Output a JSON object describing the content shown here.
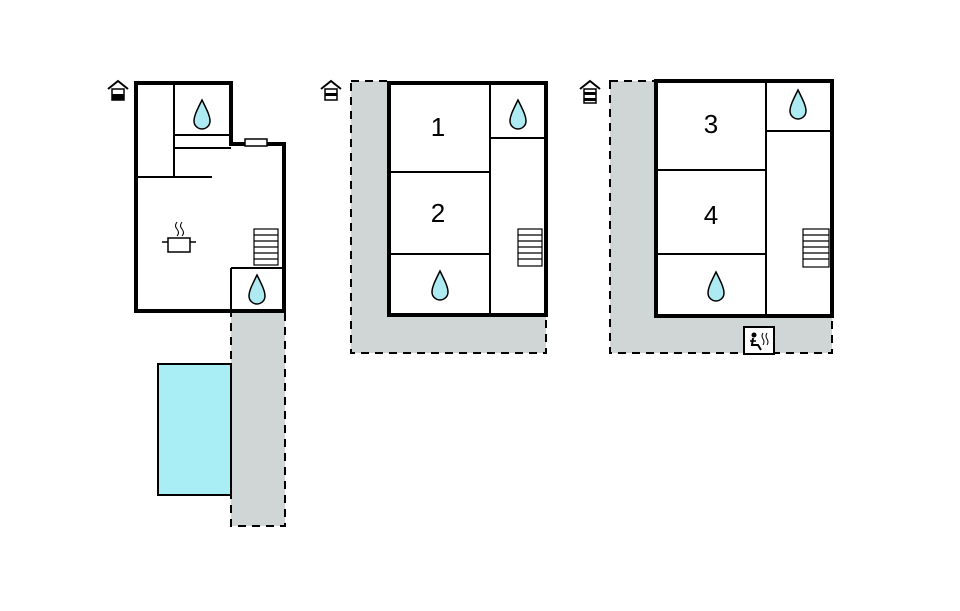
{
  "floorplan": {
    "level_icons": [
      "ground-floor-icon",
      "first-floor-icon",
      "second-floor-icon"
    ],
    "rooms": {
      "bedroom_1": "1",
      "bedroom_2": "2",
      "bedroom_3": "3",
      "bedroom_4": "4"
    },
    "icons": {
      "bathroom": "water-drop-icon",
      "kitchen": "cooking-pot-icon",
      "stairs": "stairs-icon",
      "sauna": "sauna-icon"
    },
    "colors": {
      "wall": "#000000",
      "terrace": "#d0d5d6",
      "pool": "#aaeef5",
      "water_drop": "#aeeaf2",
      "background": "#ffffff"
    }
  }
}
